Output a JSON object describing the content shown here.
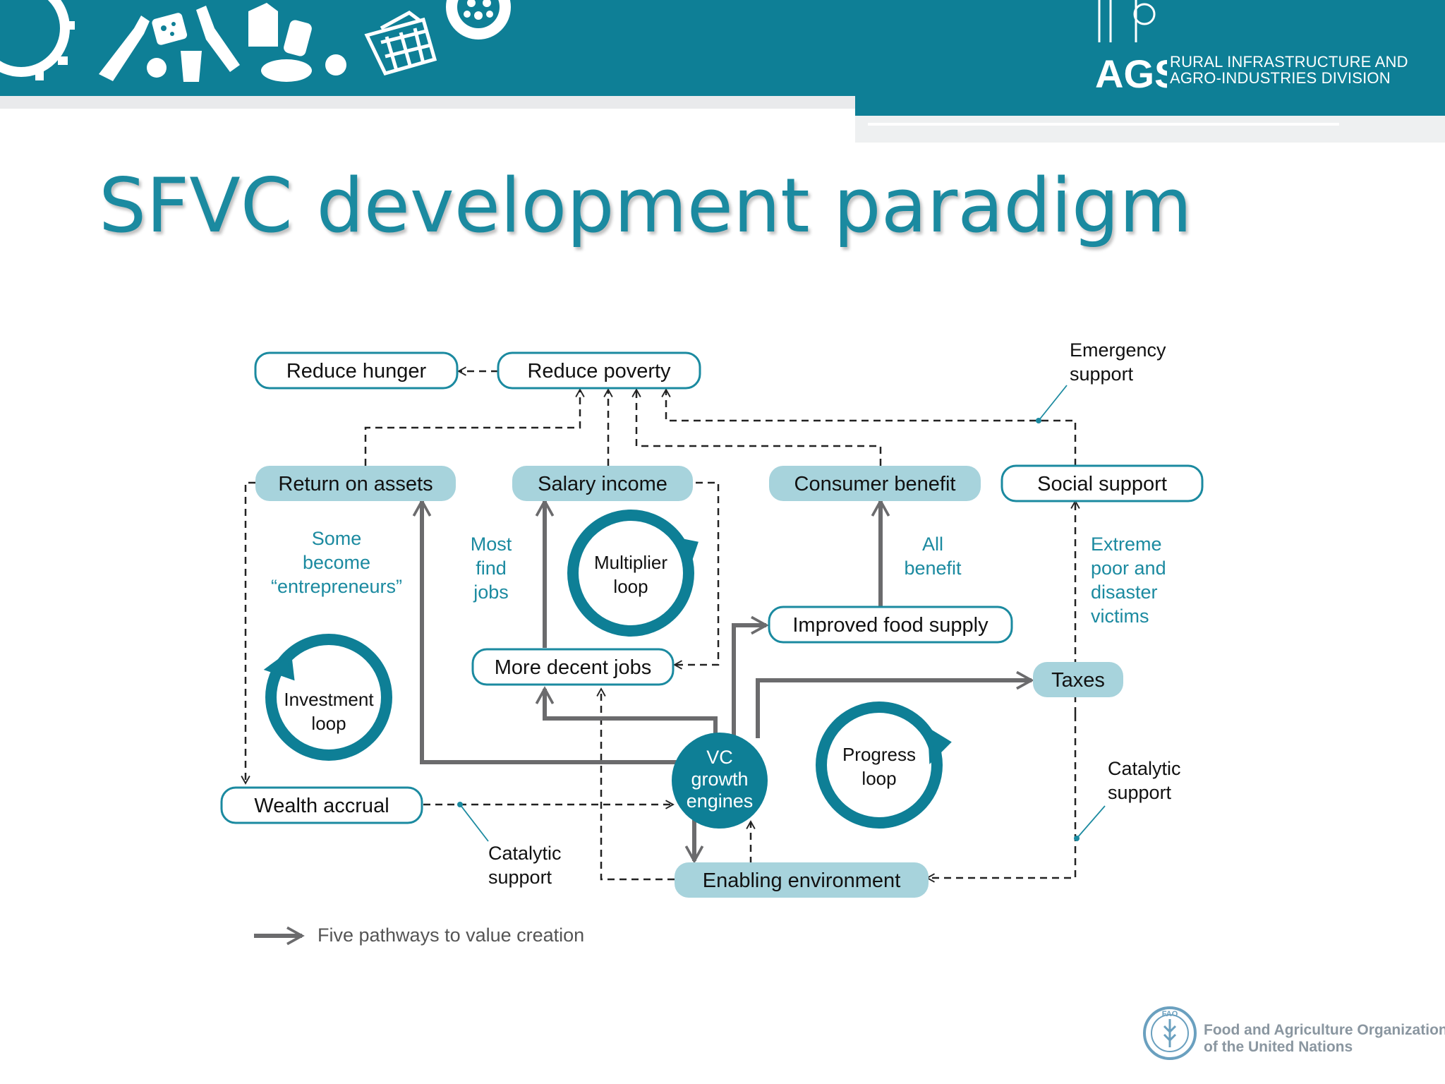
{
  "header": {
    "logo_acronym": "AGS",
    "division_line1": "RURAL INFRASTRUCTURE AND",
    "division_line2": "AGRO-INDUSTRIES DIVISION"
  },
  "slide": {
    "title": "SFVC development paradigm"
  },
  "diagram": {
    "nodes": {
      "reduce_hunger": "Reduce hunger",
      "reduce_poverty": "Reduce poverty",
      "return_on_assets": "Return on assets",
      "salary_income": "Salary income",
      "consumer_benefit": "Consumer benefit",
      "social_support": "Social support",
      "improved_food_supply": "Improved food supply",
      "more_decent_jobs": "More decent jobs",
      "taxes": "Taxes",
      "wealth_accrual": "Wealth accrual",
      "enabling_environment": "Enabling environment",
      "vc_engines": [
        "VC",
        "growth",
        "engines"
      ]
    },
    "loops": {
      "multiplier": [
        "Multiplier",
        "loop"
      ],
      "investment": [
        "Investment",
        "loop"
      ],
      "progress": [
        "Progress",
        "loop"
      ]
    },
    "annotations": {
      "entrepreneurs": [
        "Some",
        "become",
        "“entrepreneurs”"
      ],
      "most_find_jobs": [
        "Most",
        "find",
        "jobs"
      ],
      "all_benefit": [
        "All",
        "benefit"
      ],
      "extreme_poor": [
        "Extreme",
        "poor and",
        "disaster",
        "victims"
      ],
      "emergency_support": [
        "Emergency",
        "support"
      ],
      "catalytic_support_right": [
        "Catalytic",
        "support"
      ],
      "catalytic_support_left": [
        "Catalytic",
        "support"
      ]
    },
    "legend": "Five pathways to value creation"
  },
  "footer": {
    "org_line1": "Food and Agriculture Organization",
    "org_line2": "of the United Nations",
    "logo_text": "FAO"
  },
  "colors": {
    "teal": "#0e7f96",
    "title_teal": "#1b8aa0",
    "node_fill": "#a7d3dc",
    "node_border": "#1b8aa0",
    "pathway_grey": "#6b6b6d",
    "annotation_teal": "#1b8aa0"
  }
}
